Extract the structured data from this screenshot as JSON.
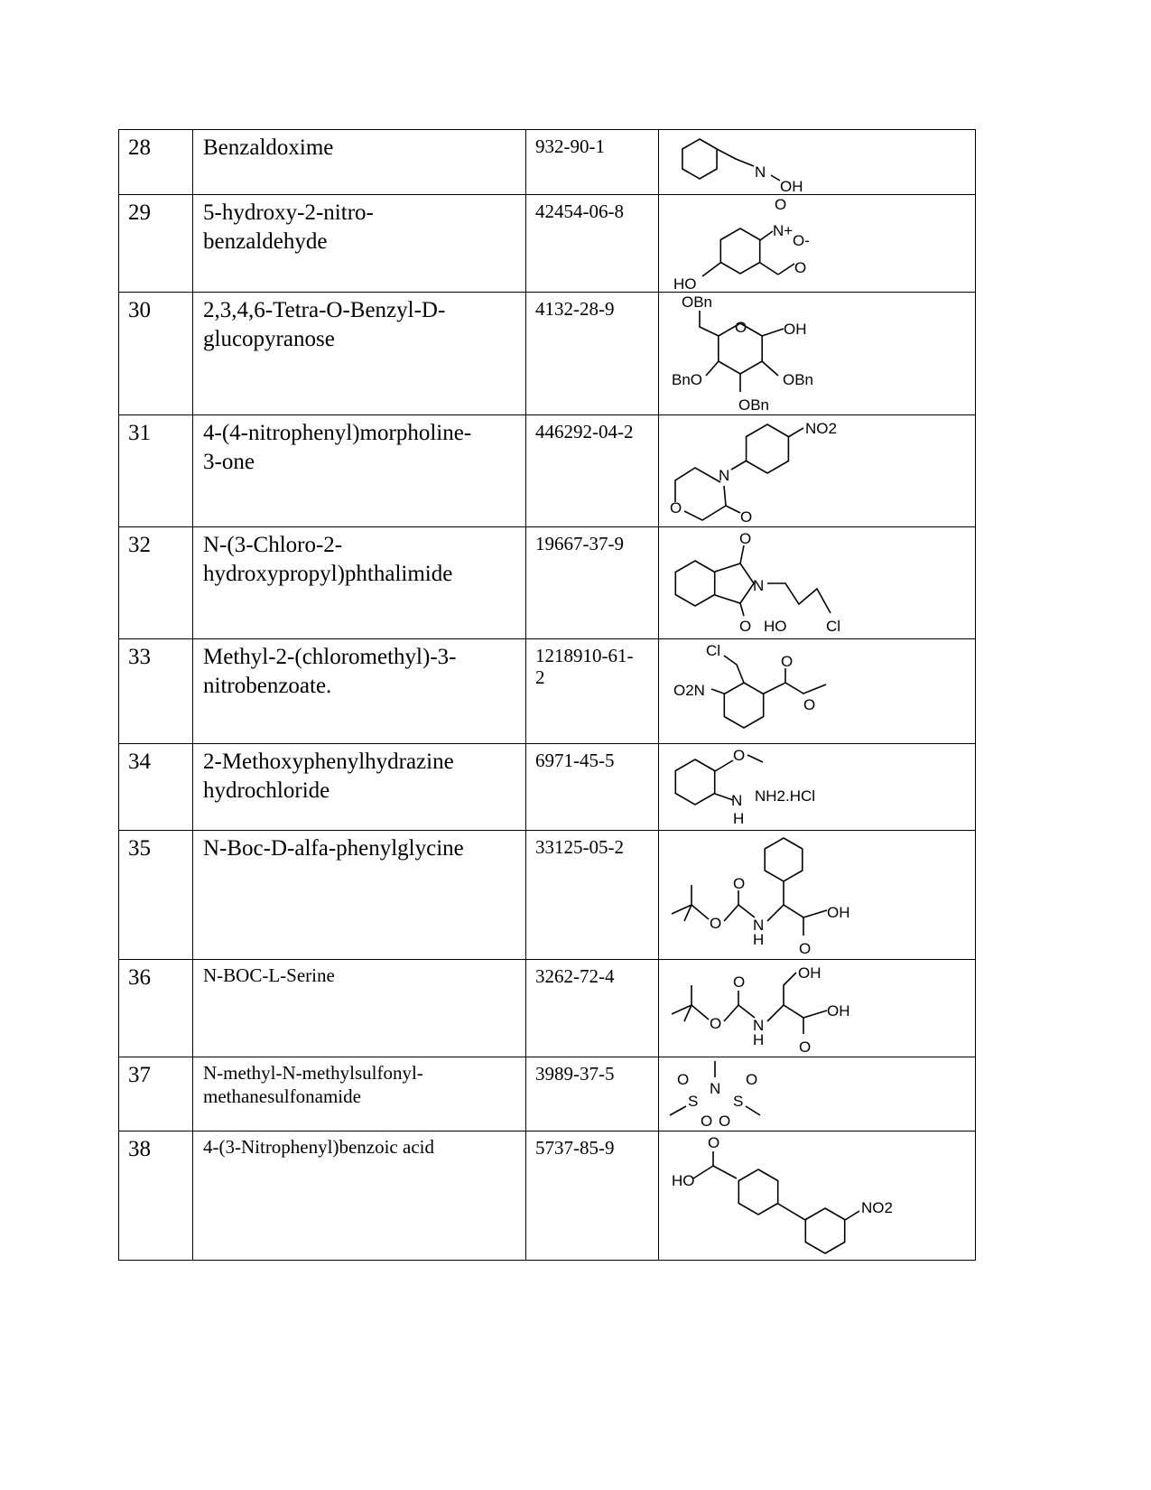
{
  "rows": [
    {
      "no": "28",
      "name": "Benzaldoxime",
      "cas": "932-90-1",
      "labels": [
        "N",
        "OH"
      ]
    },
    {
      "no": "29",
      "name": "5-hydroxy-2-nitro-\nbenzaldehyde",
      "cas": "42454-06-8",
      "labels": [
        "HO",
        "N+",
        "O",
        "O-",
        "O"
      ]
    },
    {
      "no": "30",
      "name": "2,3,4,6-Tetra-O-Benzyl-D-\nglucopyranose",
      "cas": "4132-28-9",
      "labels": [
        "OBn",
        "O",
        "OH",
        "BnO",
        "OBn",
        "OBn"
      ]
    },
    {
      "no": "31",
      "name": "4-(4-nitrophenyl)morpholine-\n3-one",
      "cas": "446292-04-2",
      "labels": [
        "NO2",
        "N",
        "O",
        "O"
      ]
    },
    {
      "no": "32",
      "name": "N-(3-Chloro-2-\nhydroxypropyl)phthalimide",
      "cas": "19667-37-9",
      "labels": [
        "O",
        "N",
        "O",
        "HO",
        "Cl"
      ]
    },
    {
      "no": "33",
      "name": "Methyl-2-(chloromethyl)-3-\nnitrobenzoate.",
      "cas": "1218910-61-\n2",
      "labels": [
        "Cl",
        "O2N",
        "O",
        "O"
      ]
    },
    {
      "no": "34",
      "name": "2-Methoxyphenylhydrazine\nhydrochloride",
      "cas": "6971-45-5",
      "labels": [
        "O",
        "N",
        "NH2.HCl",
        "H"
      ]
    },
    {
      "no": "35",
      "name": "N-Boc-D-alfa-phenylglycine",
      "cas": "33125-05-2",
      "labels": [
        "O",
        "O",
        "N",
        "H",
        "OH",
        "O"
      ]
    },
    {
      "no": "36",
      "name": "N-BOC-L-Serine",
      "cas": "3262-72-4",
      "labels": [
        "OH",
        "O",
        "O",
        "N",
        "H",
        "OH",
        "O"
      ]
    },
    {
      "no": "37",
      "name": "N-methyl-N-methylsulfonyl-\nmethanesulfonamide",
      "cas": "3989-37-5",
      "labels": [
        "O",
        "S",
        "N",
        "S",
        "O",
        "O",
        "O"
      ]
    },
    {
      "no": "38",
      "name": "4-(3-Nitrophenyl)benzoic acid",
      "cas": "5737-85-9",
      "labels": [
        "O",
        "HO",
        "NO2"
      ]
    }
  ]
}
